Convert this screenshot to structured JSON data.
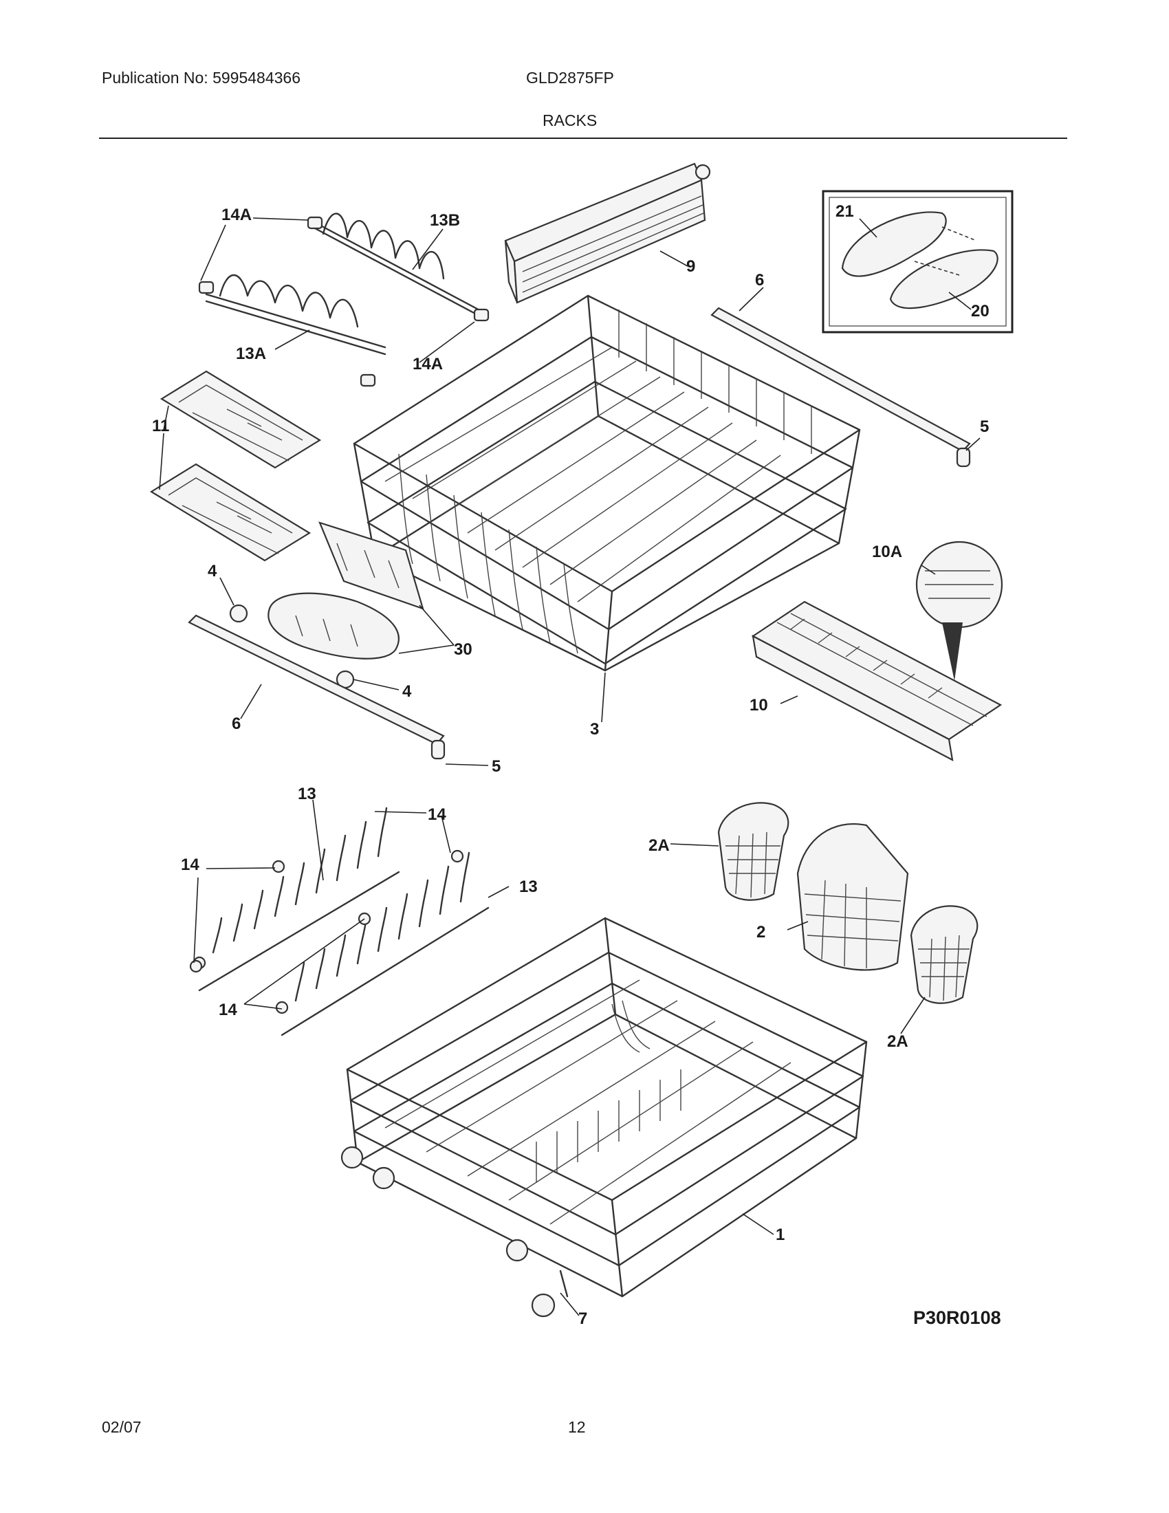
{
  "header": {
    "publication": "Publication No: 5995484366",
    "model": "GLD2875FP",
    "section_title": "RACKS"
  },
  "footer": {
    "date": "02/07",
    "page_number": "12"
  },
  "diagram": {
    "code": "P30R0108",
    "callouts": [
      "14A",
      "13B",
      "9",
      "6",
      "21",
      "20",
      "13A",
      "14A",
      "5",
      "11",
      "10A",
      "4",
      "30",
      "4",
      "10",
      "6",
      "3",
      "5",
      "13",
      "14",
      "14",
      "2A",
      "13",
      "2",
      "14",
      "2A",
      "1",
      "7"
    ]
  }
}
